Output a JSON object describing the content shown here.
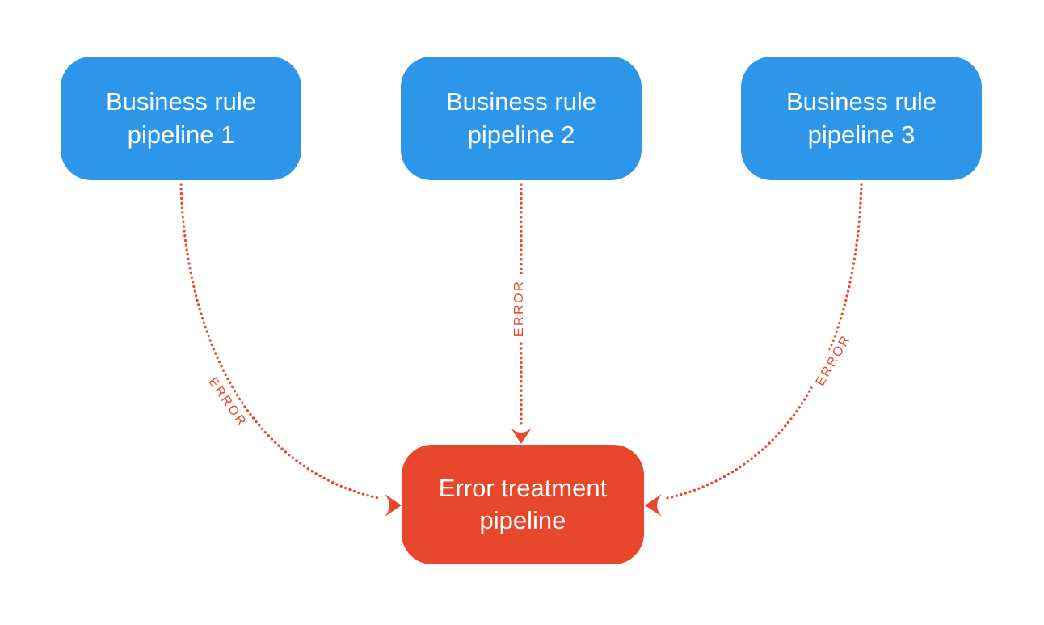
{
  "diagram": {
    "type": "flowchart",
    "background": "#ffffff",
    "colors": {
      "node_blue": "#2e96e8",
      "node_red": "#e8472b",
      "edge": "#e8472b",
      "node_text": "#ffffff"
    },
    "nodes": [
      {
        "id": "business-rule-pipeline-1",
        "label": "Business rule\npipeline 1",
        "color": "blue"
      },
      {
        "id": "business-rule-pipeline-2",
        "label": "Business rule\npipeline 2",
        "color": "blue"
      },
      {
        "id": "business-rule-pipeline-3",
        "label": "Business rule\npipeline 3",
        "color": "blue"
      },
      {
        "id": "error-treatment-pipeline",
        "label": "Error treatment\npipeline",
        "color": "red"
      }
    ],
    "edges": [
      {
        "from": "business-rule-pipeline-1",
        "to": "error-treatment-pipeline",
        "label": "ERROR",
        "style": "dotted"
      },
      {
        "from": "business-rule-pipeline-2",
        "to": "error-treatment-pipeline",
        "label": "ERROR",
        "style": "dotted"
      },
      {
        "from": "business-rule-pipeline-3",
        "to": "error-treatment-pipeline",
        "label": "ERROR",
        "style": "dotted"
      }
    ]
  }
}
